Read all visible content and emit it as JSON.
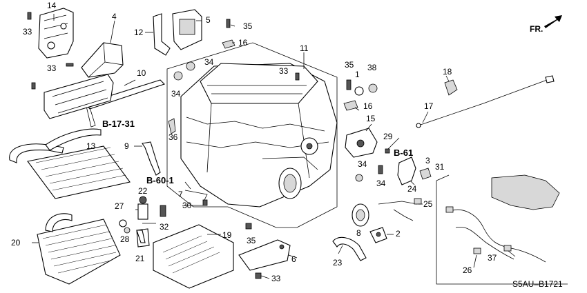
{
  "diagram_code": "S5AU–B1721",
  "direction_label": "FR.",
  "reference_labels": [
    "B-17-31",
    "B-60-1",
    "B-61"
  ],
  "callouts": [
    "14",
    "33",
    "4",
    "12",
    "5",
    "35",
    "16",
    "33",
    "11",
    "33",
    "35",
    "1",
    "38",
    "18",
    "10",
    "34",
    "34",
    "16",
    "15",
    "17",
    "9",
    "36",
    "29",
    "13",
    "3",
    "31",
    "34",
    "34",
    "22",
    "7",
    "24",
    "30",
    "25",
    "27",
    "32",
    "8",
    "2",
    "20",
    "28",
    "19",
    "21",
    "35",
    "23",
    "26",
    "37",
    "6",
    "33"
  ]
}
